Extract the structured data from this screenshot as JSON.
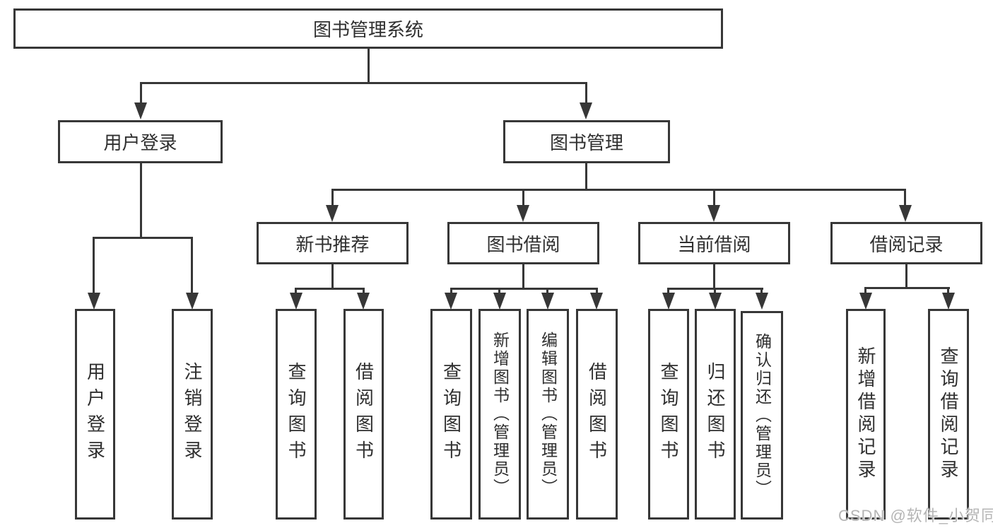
{
  "nodes": {
    "root": {
      "label": "图书管理系统"
    },
    "level2": [
      {
        "label": "用户登录",
        "parent": "图书管理系统"
      },
      {
        "label": "图书管理",
        "parent": "图书管理系统"
      }
    ],
    "level3": [
      {
        "label": "新书推荐",
        "parent": "图书管理"
      },
      {
        "label": "图书借阅",
        "parent": "图书管理"
      },
      {
        "label": "当前借阅",
        "parent": "图书管理"
      },
      {
        "label": "借阅记录",
        "parent": "图书管理"
      }
    ],
    "leaves": [
      {
        "label": "用户登录",
        "parent": "用户登录"
      },
      {
        "label": "注销登录",
        "parent": "用户登录"
      },
      {
        "label": "查询图书",
        "parent": "新书推荐"
      },
      {
        "label": "借阅图书",
        "parent": "新书推荐"
      },
      {
        "label": "查询图书",
        "parent": "图书借阅"
      },
      {
        "label": "新增图书（管理员）",
        "parent": "图书借阅"
      },
      {
        "label": "编辑图书（管理员）",
        "parent": "图书借阅"
      },
      {
        "label": "借阅图书",
        "parent": "图书借阅"
      },
      {
        "label": "查询图书",
        "parent": "当前借阅"
      },
      {
        "label": "归还图书",
        "parent": "当前借阅"
      },
      {
        "label": "确认归还（管理员）",
        "parent": "当前借阅"
      },
      {
        "label": "新增借阅记录",
        "parent": "借阅记录"
      },
      {
        "label": "查询借阅记录",
        "parent": "借阅记录"
      }
    ]
  },
  "watermark": {
    "text": "CSDN @软件_小贺同学"
  },
  "colors": {
    "line": "#373737",
    "text": "#2f2f2f",
    "watermark": "#b5b5b5",
    "background": "#ffffff"
  }
}
